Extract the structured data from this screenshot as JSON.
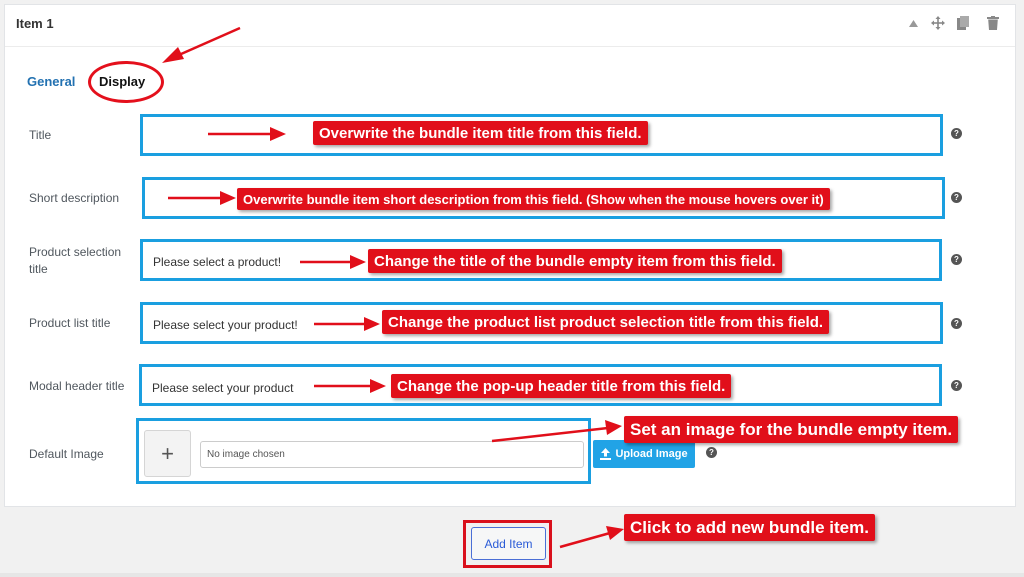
{
  "item": {
    "title": "Item 1"
  },
  "header_icons": [
    "caret-up-icon",
    "move-icon",
    "copy-icon",
    "trash-icon"
  ],
  "tabs": [
    {
      "label": "General",
      "active": false
    },
    {
      "label": "Display",
      "active": true
    }
  ],
  "fields": [
    {
      "label": "Title",
      "value": "",
      "callout": "Overwrite the bundle item title from this field."
    },
    {
      "label": "Short description",
      "value": "",
      "callout": "Overwrite bundle item short description from this field. (Show when the mouse hovers over it)"
    },
    {
      "label": "Product selection title",
      "value": "Please select a product!",
      "callout": "Change the title of the bundle empty item from this field."
    },
    {
      "label": "Product list title",
      "value": "Please select your product!",
      "callout": "Change the product list product selection title from this field."
    },
    {
      "label": "Modal header title",
      "value": "Please select your product",
      "callout": "Change the pop-up header title from this field."
    }
  ],
  "default_image": {
    "label": "Default Image",
    "placeholder": "No image chosen",
    "upload_label": "Upload Image",
    "plus": "+",
    "callout": "Set an image for the bundle empty item."
  },
  "add_item": {
    "label": "Add Item",
    "callout": "Click to add new bundle item."
  },
  "help_glyph": "?",
  "colors": {
    "accent_blue": "#1a9fe0",
    "annotation_red": "#e10f1a",
    "tab_link": "#2271b1",
    "upload_button": "#21a3e6"
  }
}
